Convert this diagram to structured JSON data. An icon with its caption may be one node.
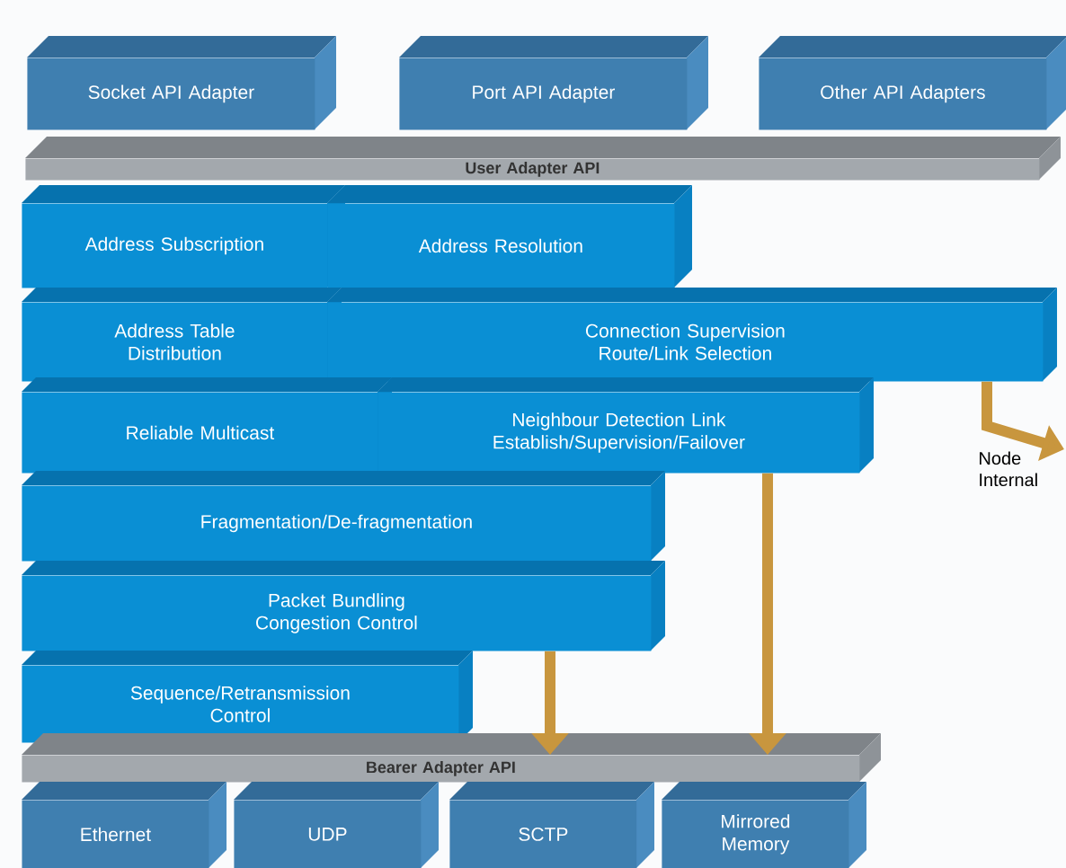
{
  "diagram": {
    "nodes": [
      {
        "text": [
          "Socket API Adapter"
        ]
      },
      {
        "text": [
          "Port API Adapter"
        ]
      },
      {
        "text": [
          "Other API Adapters"
        ]
      },
      {
        "text": [
          "User Adapter API"
        ]
      },
      {
        "text": [
          "Address Subscription"
        ]
      },
      {
        "text": [
          "Address Resolution"
        ]
      },
      {
        "text": [
          "Address Table Distribution"
        ]
      },
      {
        "text": [
          "Connection Supervision Route/Link Selection"
        ]
      },
      {
        "text": [
          "Reliable Multicast"
        ]
      },
      {
        "text": [
          "Neighbour Detection Link Establish/Supervision/Failover"
        ]
      },
      {
        "text": [
          "Fragmentation/De-fragmentation"
        ]
      },
      {
        "text": [
          "Packet Bundling Congestion Control"
        ]
      },
      {
        "text": [
          "Sequence/Retransmission Control"
        ]
      },
      {
        "text": [
          "Bearer Adapter API"
        ]
      },
      {
        "text": [
          "Ethernet"
        ]
      },
      {
        "text": [
          "UDP"
        ]
      },
      {
        "text": [
          "SCTP"
        ]
      },
      {
        "text": [
          "Mirrored Memory"
        ]
      },
      {
        "text": [
          "Node Internal"
        ]
      }
    ],
    "edges": [
      {
        "from": 7,
        "to": 18,
        "arrow": "to"
      },
      {
        "from": 9,
        "to": 13,
        "arrow": "to"
      },
      {
        "from": 11,
        "to": 13,
        "arrow": "to"
      }
    ]
  }
}
